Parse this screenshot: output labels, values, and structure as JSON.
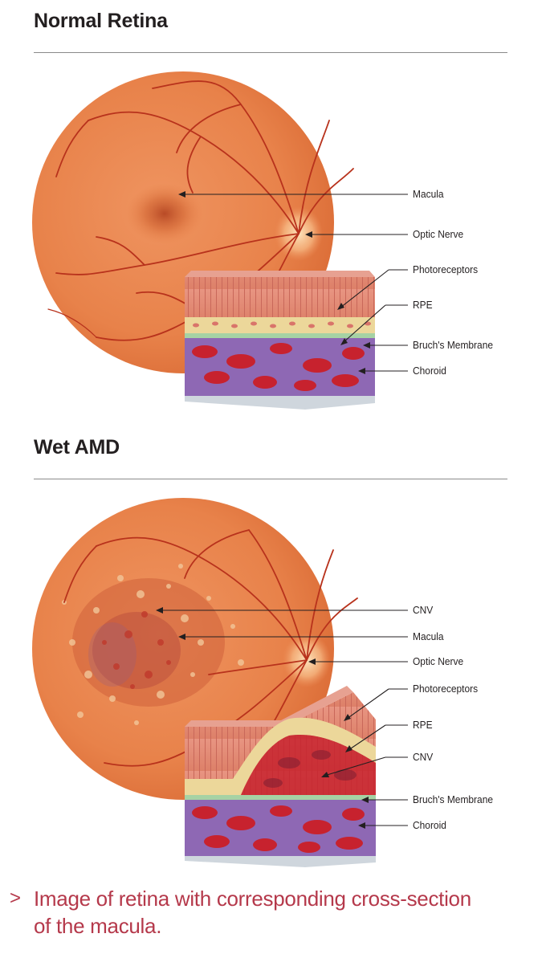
{
  "panels": [
    {
      "title": "Normal Retina",
      "labels": [
        "Macula",
        "Optic Nerve",
        "Photoreceptors",
        "RPE",
        "Bruch's Membrane",
        "Choroid"
      ]
    },
    {
      "title": "Wet AMD",
      "labels": [
        "CNV",
        "Macula",
        "Optic Nerve",
        "Photoreceptors",
        "RPE",
        "CNV",
        "Bruch's Membrane",
        "Choroid"
      ]
    }
  ],
  "caption": {
    "marker": ">",
    "text": "Image of retina with corresponding cross-section of the macula."
  },
  "colors": {
    "retina": "#e8824a",
    "retina_dark": "#d76535",
    "vessel": "#b8321c",
    "photoreceptor": "#e49a86",
    "rpe": "#ecd79a",
    "bruch": "#a6d2a4",
    "choroid_purple": "#8e68b4",
    "choroid_red": "#c7222e",
    "caption": "#b5394b"
  }
}
